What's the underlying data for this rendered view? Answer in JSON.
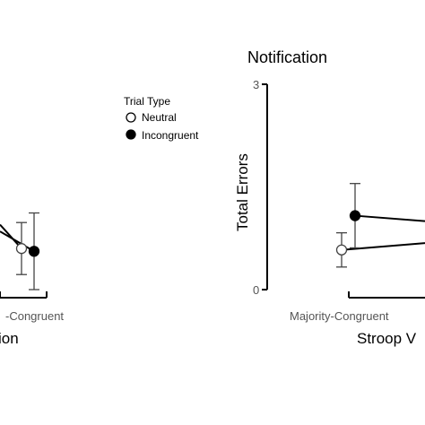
{
  "chart_data": [
    {
      "type": "line",
      "title": "",
      "xlabel": "ion",
      "ylabel": "",
      "categories": [
        "-Congruent"
      ],
      "ylim": [
        0,
        3
      ],
      "series": [
        {
          "name": "Neutral",
          "points": [
            {
              "x": 0,
              "y": 0.6,
              "err": 0.38
            }
          ]
        },
        {
          "name": "Incongruent",
          "points": [
            {
              "x": 0,
              "y": 0.56,
              "err": 0.56
            }
          ]
        }
      ],
      "lead_in": [
        {
          "series": "Neutral",
          "y": 0.95
        },
        {
          "series": "Incongruent",
          "y": 0.85
        }
      ]
    },
    {
      "type": "line",
      "title": "Notification",
      "xlabel": "Stroop V",
      "ylabel": "Total Errors",
      "yticks": [
        "0",
        "3"
      ],
      "categories": [
        "Majority-Congruent"
      ],
      "ylim": [
        0,
        3
      ],
      "series": [
        {
          "name": "Neutral",
          "points": [
            {
              "x": 0,
              "y": 0.58,
              "err": 0.25
            }
          ]
        },
        {
          "name": "Incongruent",
          "points": [
            {
              "x": 0,
              "y": 1.08,
              "err": 0.47
            }
          ]
        }
      ],
      "trail_out": [
        {
          "series": "Neutral",
          "y": 0.68
        },
        {
          "series": "Incongruent",
          "y": 1.0
        }
      ]
    }
  ],
  "legend": {
    "title": "Trial Type",
    "items": [
      {
        "label": "Neutral",
        "marker": "open-circle"
      },
      {
        "label": "Incongruent",
        "marker": "filled-circle"
      }
    ]
  }
}
